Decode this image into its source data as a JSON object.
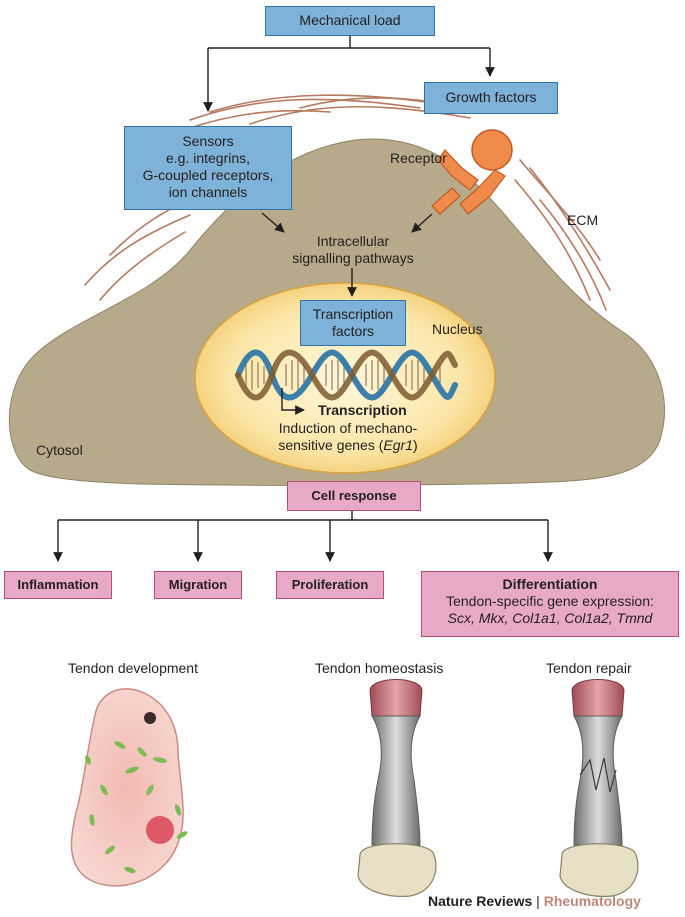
{
  "diagram": {
    "mechanical_load": "Mechanical load",
    "growth_factors": "Growth factors",
    "sensors": [
      "Sensors",
      "e.g. integrins,",
      "G-coupled receptors,",
      "ion channels"
    ],
    "receptor": "Receptor",
    "ecm": "ECM",
    "intracellular": [
      "Intracellular",
      "signalling pathways"
    ],
    "transcription_factors": [
      "Transcription",
      "factors"
    ],
    "nucleus": "Nucleus",
    "transcription": "Transcription",
    "induction": [
      "Induction of mechano-",
      "sensitive genes (",
      "Egr1",
      ")"
    ],
    "cytosol": "Cytosol",
    "cell_response": "Cell response",
    "inflammation": "Inflammation",
    "migration": "Migration",
    "proliferation": "Proliferation",
    "differentiation_title": "Differentiation",
    "differentiation_text": "Tendon-specific gene expression:",
    "genes": [
      "Scx",
      "Mkx",
      "Col1a1",
      "Col1a2",
      "Tmnd"
    ],
    "tendon_development": "Tendon development",
    "tendon_homeostasis": "Tendon homeostasis",
    "tendon_repair": "Tendon repair"
  },
  "credit": {
    "journal": "Nature Reviews",
    "separator": "|",
    "section": "Rheumatology"
  },
  "colors": {
    "box_blue": "#7fb2d8",
    "box_pink": "#e8a9c8",
    "cell": "#b7aa8b",
    "nucleus": "#fbe4a3",
    "receptor": "#f08a4b",
    "ecm_fiber": "#b57a5e",
    "credit_accent": "#c1867a"
  }
}
